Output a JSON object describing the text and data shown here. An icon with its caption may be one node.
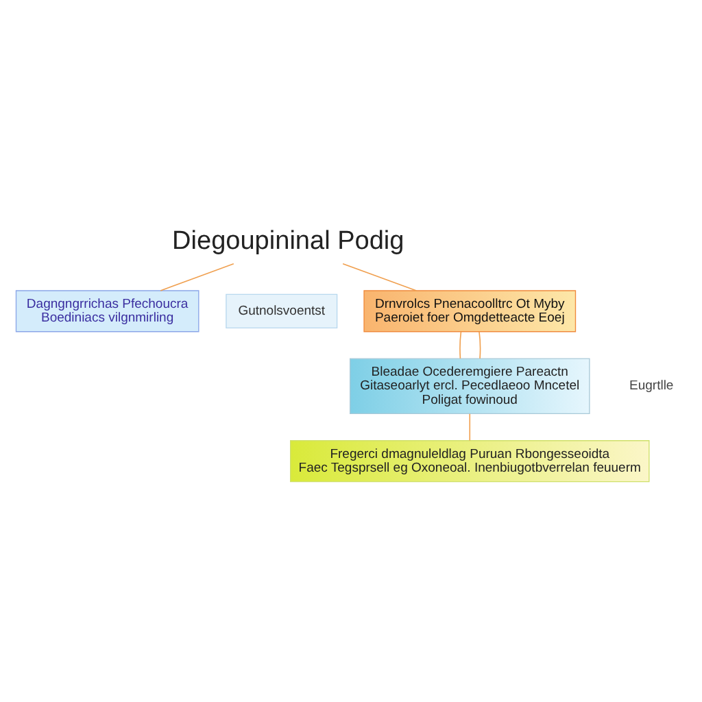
{
  "diagram": {
    "nodes": [
      {
        "text": [
          "Diegoupininal Podig"
        ]
      },
      {
        "text": [
          "Dagngngrrichas Pfechoucra",
          "Boediniacs vilgnmirling"
        ]
      },
      {
        "text": [
          "Gutnolsvoentst"
        ]
      },
      {
        "text": [
          "Drnvrolcs Pnenacoolltrc Ot Myby",
          "Paeroiet foer Omgdetteacte Eoej"
        ]
      },
      {
        "text": [
          "Bleadae Ocederemgiere Pareactn",
          "Gitaseoarlyt ercl. Pecedlaeoo Mncetel",
          "Poligat fowinoud"
        ]
      },
      {
        "text": [
          "Fregerci dmagnuleldlag Puruan Rbongesseoidta",
          "Faec Tegsprsell eg Oxoneoal. Inenbiugotbverrelan feuuerm"
        ]
      }
    ],
    "edges": [
      {
        "from": 0,
        "to": 1,
        "arrow": "none"
      },
      {
        "from": 0,
        "to": 3,
        "arrow": "none"
      },
      {
        "from": 3,
        "to": 4,
        "arrow": "none"
      },
      {
        "from": 3,
        "to": 4,
        "arrow": "none"
      },
      {
        "from": 4,
        "to": 5,
        "arrow": "none"
      }
    ],
    "labels": [
      "Eugrtlle"
    ]
  }
}
